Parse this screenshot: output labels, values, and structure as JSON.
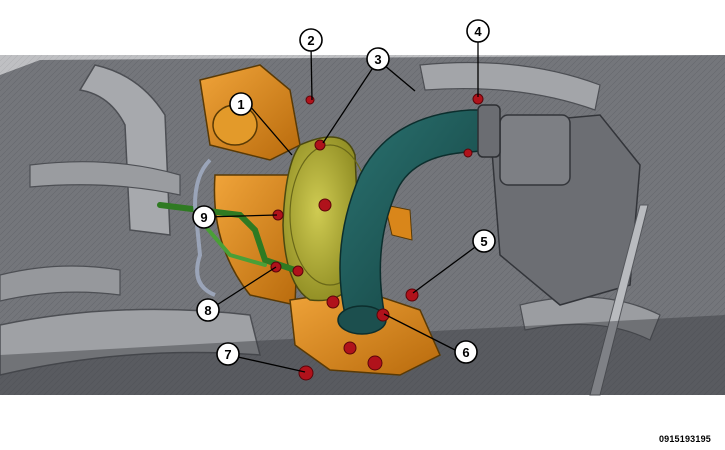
{
  "figure": {
    "subject": "engine compartment turbocharger installation, callouts 1 through 9",
    "colors": {
      "engine_gray": "#8c8e93",
      "engine_dark": "#3d3f44",
      "turbo_orange": "#d9861a",
      "turbo_yellow_green": "#b5b23a",
      "oil_line_green": "#3a8a2a",
      "intake_hose_teal": "#1f5a59",
      "fastener_red": "#b0121b",
      "callout_fill": "#ffffff",
      "callout_stroke": "#000000"
    },
    "callouts": [
      {
        "label": "1"
      },
      {
        "label": "2"
      },
      {
        "label": "3"
      },
      {
        "label": "4"
      },
      {
        "label": "5"
      },
      {
        "label": "6"
      },
      {
        "label": "7"
      },
      {
        "label": "8"
      },
      {
        "label": "9"
      }
    ],
    "figure_id": "0915193195"
  }
}
